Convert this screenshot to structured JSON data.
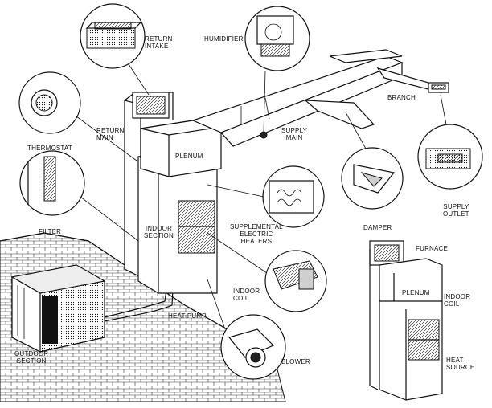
{
  "labels": {
    "return_intake": "RETURN\nINTAKE",
    "humidifier": "HUMIDIFIER",
    "branch": "BRANCH",
    "return_main": "RETURN\nMAIN",
    "supply_main": "SUPPLY\nMAIN",
    "thermostat": "THERMOSTAT",
    "plenum_main": "PLENUM",
    "filter": "FILTER",
    "indoor_section": "INDOOR\nSECTION",
    "supplemental_heaters": "SUPPLEMENTAL\nELECTRIC\nHEATERS",
    "damper": "DAMPER",
    "supply_outlet": "SUPPLY\nOUTLET",
    "indoor_coil_main": "INDOOR\nCOIL",
    "heat_pump": "HEAT PUMP",
    "outdoor_section": "OUTDOOR\nSECTION",
    "blower": "BLOWER",
    "furnace": "FURNACE",
    "plenum_furnace": "PLENUM",
    "indoor_coil_furnace": "INDOOR\nCOIL",
    "heat_source": "HEAT\nSOURCE"
  }
}
